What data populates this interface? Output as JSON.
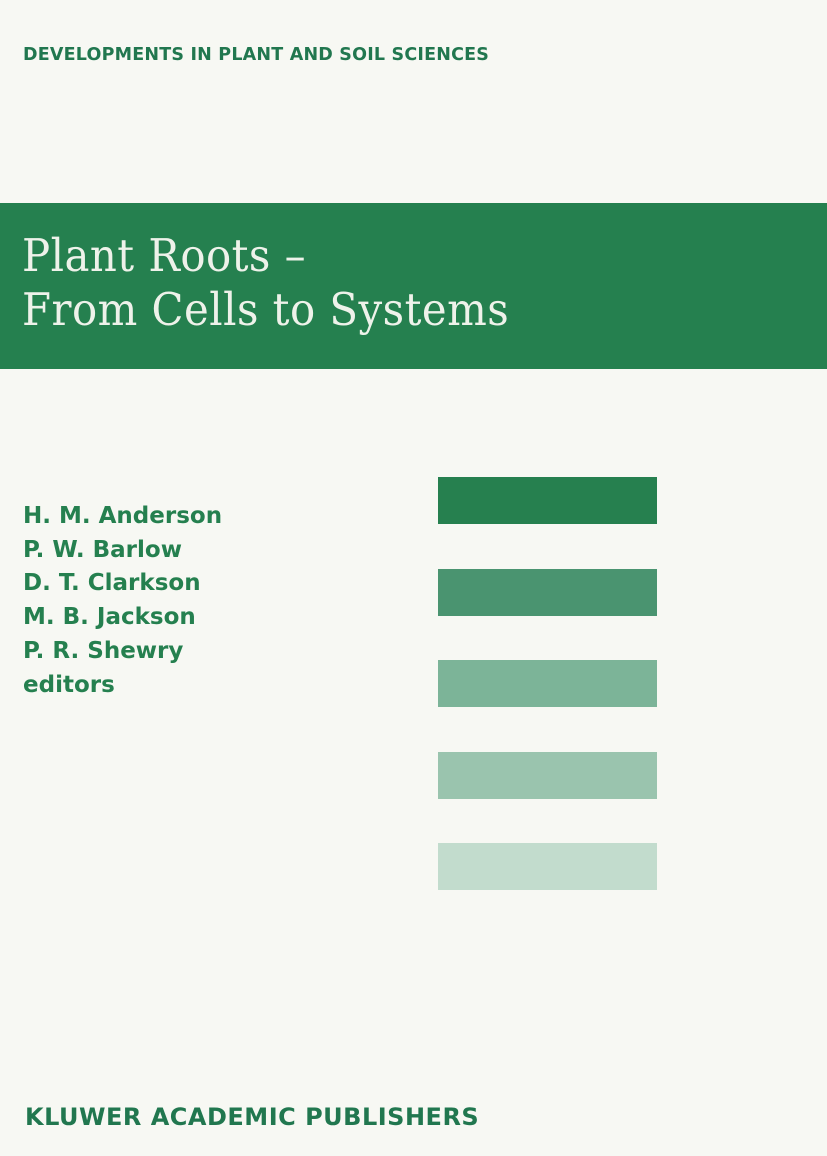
{
  "cover": {
    "series_title": "DEVELOPMENTS IN PLANT AND SOIL SCIENCES",
    "title": {
      "line1": "Plant Roots –",
      "line2": "From Cells to Systems"
    },
    "editors": [
      "H. M. Anderson",
      "P. W. Barlow",
      "D. T. Clarkson",
      "M. B. Jackson",
      "P. R. Shewry"
    ],
    "editors_label": "editors",
    "publisher": "KLUWER ACADEMIC PUBLISHERS"
  },
  "colors": {
    "background": "#f7f8f3",
    "accent": "#25804f",
    "title_text": "#eef2ea",
    "bars": [
      "#26804f",
      "#4a9470",
      "#7cb498",
      "#9ac4ae",
      "#c2dccd"
    ]
  }
}
